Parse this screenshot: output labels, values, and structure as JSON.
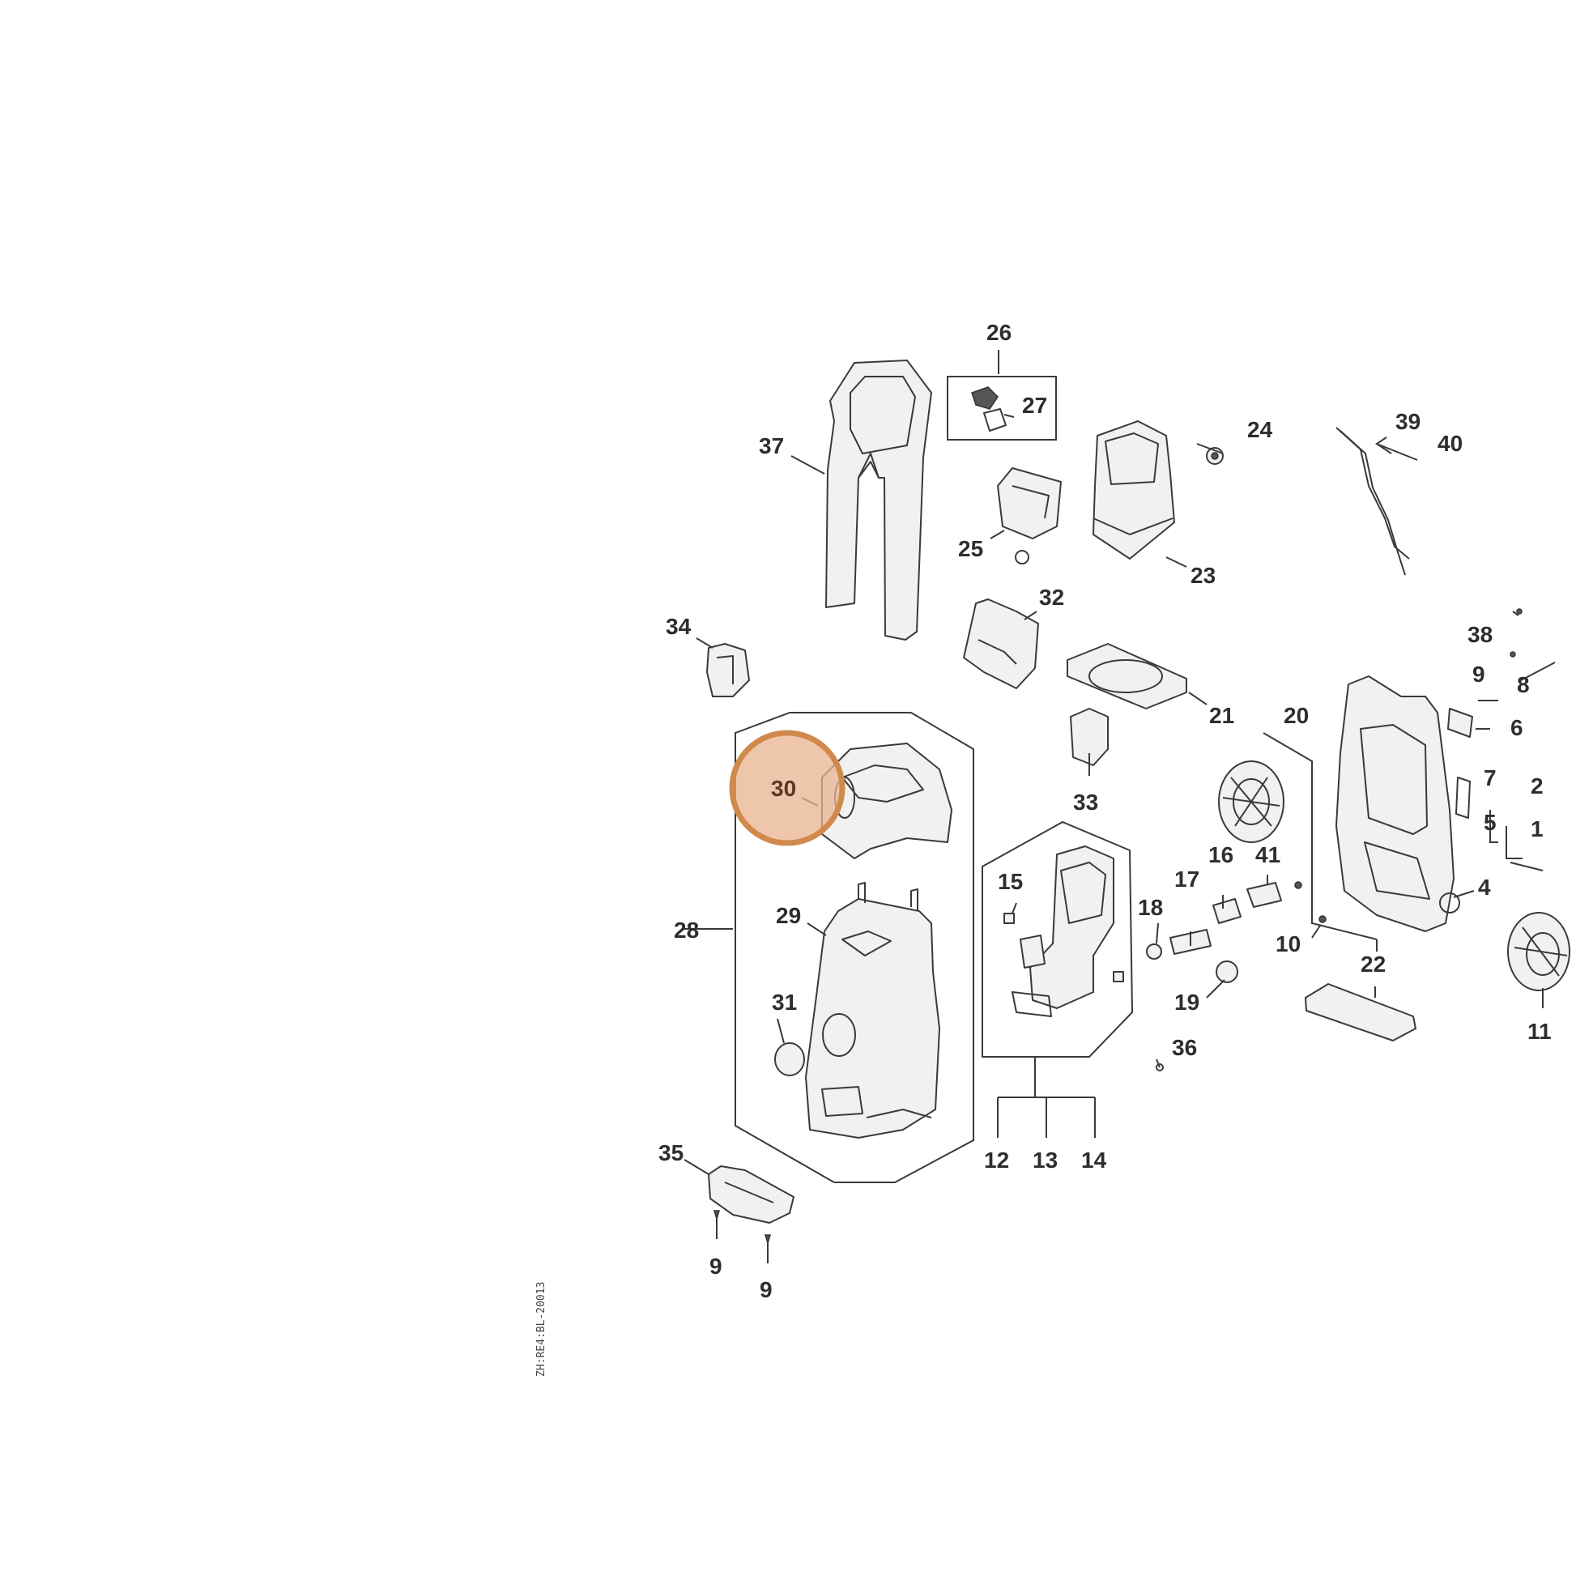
{
  "diagram": {
    "highlight": {
      "part": "30",
      "color": "#d08a4b",
      "fill": "#e8b38f"
    },
    "labels": [
      {
        "id": "1",
        "text": "1"
      },
      {
        "id": "2",
        "text": "2"
      },
      {
        "id": "4",
        "text": "4"
      },
      {
        "id": "5",
        "text": "5"
      },
      {
        "id": "6",
        "text": "6"
      },
      {
        "id": "7",
        "text": "7"
      },
      {
        "id": "8",
        "text": "8"
      },
      {
        "id": "9a",
        "text": "9"
      },
      {
        "id": "9b",
        "text": "9"
      },
      {
        "id": "9c",
        "text": "9"
      },
      {
        "id": "10",
        "text": "10"
      },
      {
        "id": "11",
        "text": "11"
      },
      {
        "id": "12",
        "text": "12"
      },
      {
        "id": "13",
        "text": "13"
      },
      {
        "id": "14",
        "text": "14"
      },
      {
        "id": "15",
        "text": "15"
      },
      {
        "id": "16",
        "text": "16"
      },
      {
        "id": "17",
        "text": "17"
      },
      {
        "id": "18",
        "text": "18"
      },
      {
        "id": "19",
        "text": "19"
      },
      {
        "id": "20",
        "text": "20"
      },
      {
        "id": "21",
        "text": "21"
      },
      {
        "id": "22",
        "text": "22"
      },
      {
        "id": "23",
        "text": "23"
      },
      {
        "id": "24",
        "text": "24"
      },
      {
        "id": "25",
        "text": "25"
      },
      {
        "id": "26",
        "text": "26"
      },
      {
        "id": "27",
        "text": "27"
      },
      {
        "id": "28",
        "text": "28"
      },
      {
        "id": "29",
        "text": "29"
      },
      {
        "id": "30",
        "text": "30"
      },
      {
        "id": "31",
        "text": "31"
      },
      {
        "id": "32",
        "text": "32"
      },
      {
        "id": "33",
        "text": "33"
      },
      {
        "id": "34",
        "text": "34"
      },
      {
        "id": "35",
        "text": "35"
      },
      {
        "id": "36",
        "text": "36"
      },
      {
        "id": "37",
        "text": "37"
      },
      {
        "id": "38",
        "text": "38"
      },
      {
        "id": "39",
        "text": "39"
      },
      {
        "id": "40",
        "text": "40"
      },
      {
        "id": "41",
        "text": "41"
      }
    ],
    "drawing_code": "ZH:RE4:BL-20013"
  }
}
